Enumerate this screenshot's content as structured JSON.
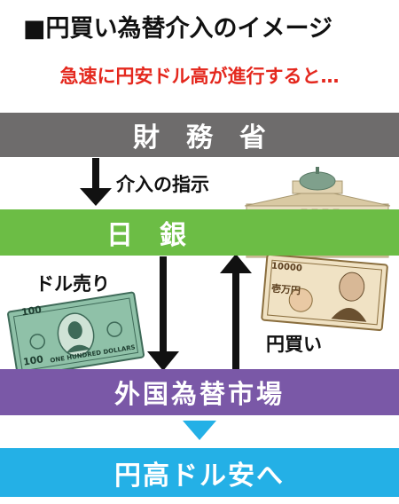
{
  "title": "■円買い為替介入のイメージ",
  "subtitle": "急速に円安ドル高が進行すると…",
  "nodes": {
    "mof": "財務省",
    "boj": "日銀",
    "fx_market": "外国為替市場",
    "result": "円高ドル安へ"
  },
  "edges": {
    "instruction": "介入の指示",
    "dollar_sell": "ドル売り",
    "yen_buy": "円買い"
  },
  "illustrations": {
    "dollar_bill_value": "100",
    "dollar_bill_text": "ONE HUNDRED DOLLARS",
    "yen_bill_value": "10000",
    "yen_bill_text": "壱万円"
  },
  "colors": {
    "mof_bar": "#6e6c6c",
    "boj_bar": "#6cbd45",
    "fx_bar": "#7a58a7",
    "result_bar": "#24b0e6",
    "subtitle": "#e4281e"
  }
}
